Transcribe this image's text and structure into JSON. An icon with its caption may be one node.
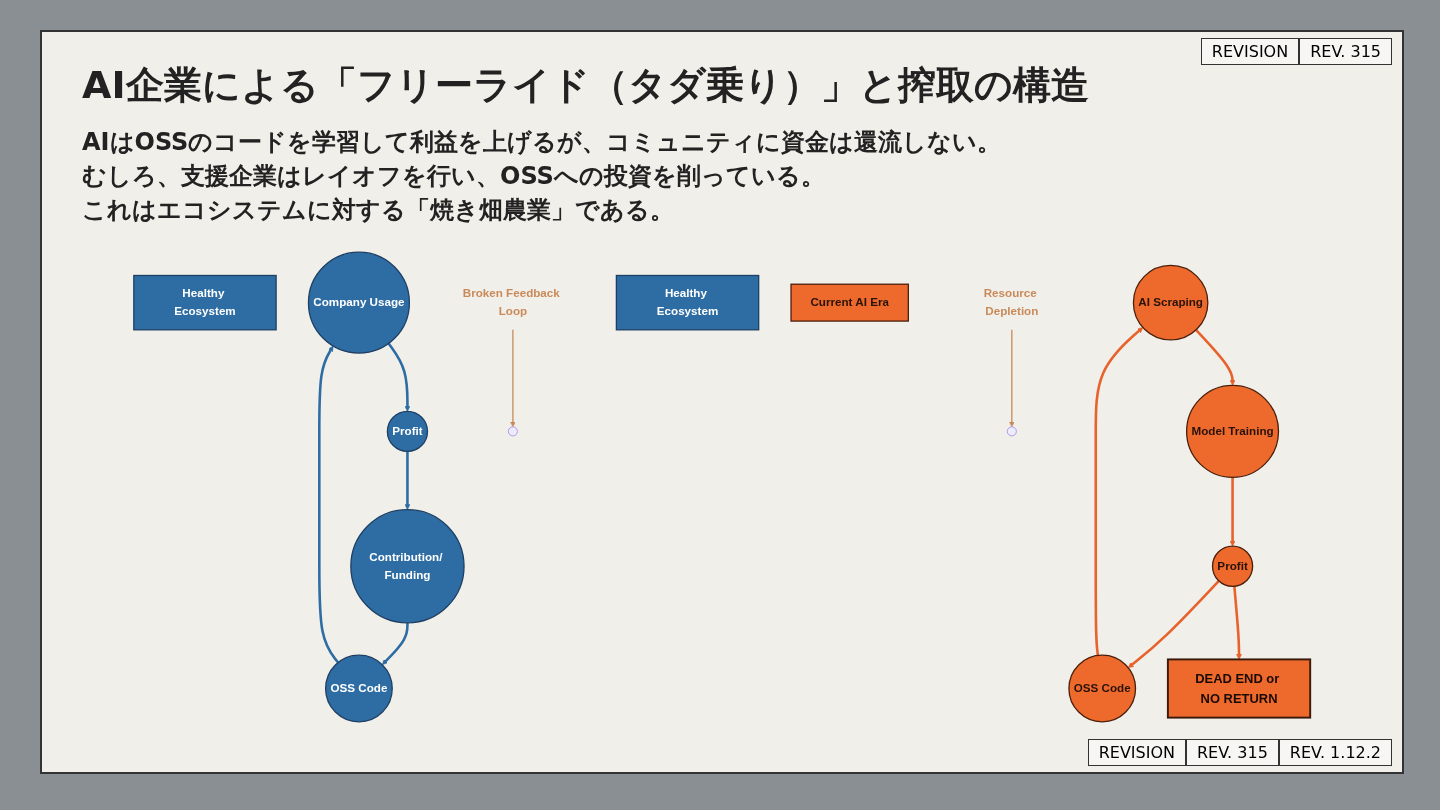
{
  "diagram": {
    "title": "AI企業による「フリーライド（タダ乗り）」と搾取の構造",
    "nodes": [
      {
        "text": [
          "Healthy Ecosystem"
        ]
      },
      {
        "text": [
          "Company Usage"
        ]
      },
      {
        "text": [
          "AI Scraping"
        ]
      },
      {
        "text": [
          "OSS Code"
        ]
      },
      {
        "text": [
          "Healthy Ecosystem"
        ]
      },
      {
        "text": [
          "Profit"
        ]
      },
      {
        "text": [
          "OSS Code"
        ]
      },
      {
        "text": [
          "Current AI Era"
        ]
      },
      {
        "text": [
          "Model Training"
        ]
      },
      {
        "text": [
          "DEAD END or NO RETURN"
        ]
      },
      {
        "text": [
          "Contribution/ Funding"
        ]
      },
      {
        "text": [
          "Profit"
        ]
      },
      {
        "text": [
          "Broken Feedback Loop"
        ]
      },
      {
        "text": [
          "Resource Depletion"
        ]
      }
    ],
    "edges": [
      {
        "from": 3,
        "to": 1,
        "arrow": "to",
        "color": "#2e6da4"
      },
      {
        "from": 1,
        "to": 5,
        "arrow": "to",
        "color": "#2e6da4"
      },
      {
        "from": 5,
        "to": 10,
        "arrow": "to",
        "color": "#2e6da4"
      },
      {
        "from": 10,
        "to": 3,
        "arrow": "to",
        "color": "#2e6da4"
      },
      {
        "from": 6,
        "to": 2,
        "arrow": "to"
      },
      {
        "from": 2,
        "to": 8,
        "arrow": "to"
      },
      {
        "from": 8,
        "to": 11,
        "arrow": "to"
      },
      {
        "from": 11,
        "to": 6,
        "arrow": "to"
      },
      {
        "from": 11,
        "to": 9,
        "arrow": "to"
      },
      {
        "from": 12,
        "to": null,
        "arrow": "to",
        "color": "#c98a5a"
      },
      {
        "from": 13,
        "to": null,
        "arrow": "to",
        "color": "#c98a5a"
      }
    ],
    "labels": [
      "REVISION",
      "REV. 315",
      "AIはOSSのコードを学習して利益を上げるが、コミュニティに資金は還流しない。",
      "むしろ、支援企業はレイオフを行い、OSSへの投資を削っている。",
      "これはエコシステムに対する「焼き畑農業」である。",
      "REVISION",
      "REV. 315",
      "REV. 1.12.2"
    ]
  }
}
